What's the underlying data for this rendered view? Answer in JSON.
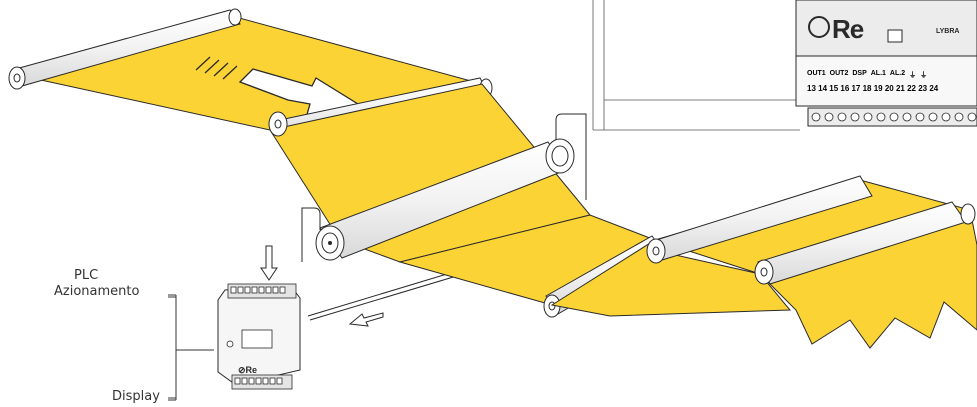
{
  "labels": {
    "plc_line1": "PLC",
    "plc_line2": "Azionamento",
    "display": "Display"
  },
  "device": {
    "brand": "Re",
    "model": "LYBRA",
    "terminal_headers": [
      "OUT1",
      "OUT2",
      "DSP",
      "AL.1",
      "AL.2",
      "⏚",
      "⏚"
    ],
    "terminal_numbers": "13 14 15 16 17 18 19 20 21 22 23 24"
  },
  "colors": {
    "web": "#FBD335",
    "outline": "#2a2a2a",
    "roller": "#f4f4f4"
  }
}
